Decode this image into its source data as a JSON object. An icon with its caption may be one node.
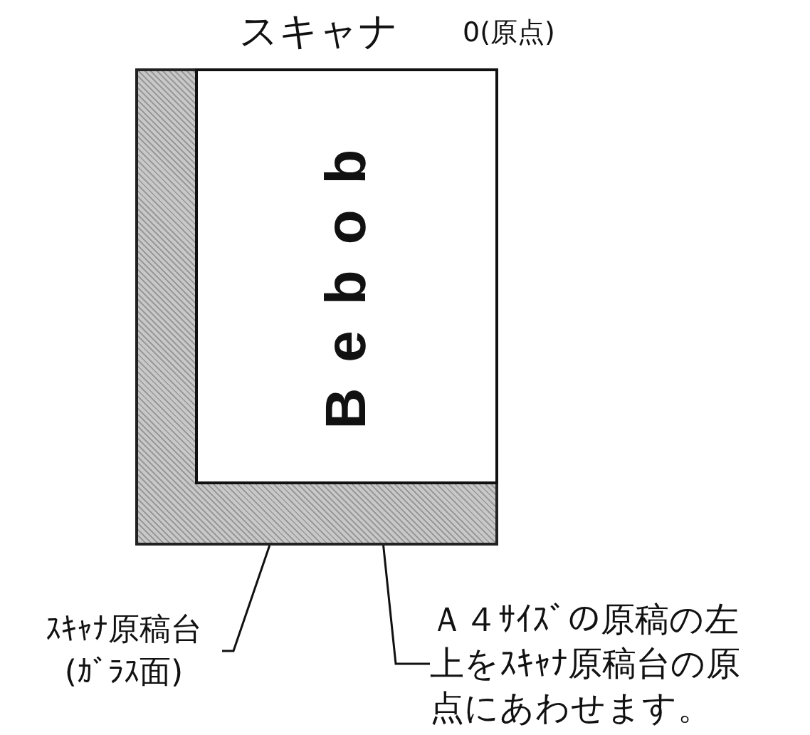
{
  "diagram": {
    "nodes": [
      {
        "text": [],
        "shape": "box"
      },
      {
        "text": [
          "Bebob"
        ],
        "in": 0
      },
      {
        "text": [
          "ｽｷｬﾅ原稿台(ｶﾞﾗｽ面)"
        ]
      },
      {
        "text": [
          "Ａ４ｻｲｽﾞの原稿の左上をｽｷｬﾅ原稿台の原点にあわせます。"
        ]
      }
    ],
    "edges": [
      {
        "from": 2,
        "to": 0,
        "arrow": "none"
      },
      {
        "from": 3,
        "to": 1,
        "arrow": "none"
      }
    ],
    "labels": [
      "スキャナ",
      "0(原点)"
    ]
  }
}
